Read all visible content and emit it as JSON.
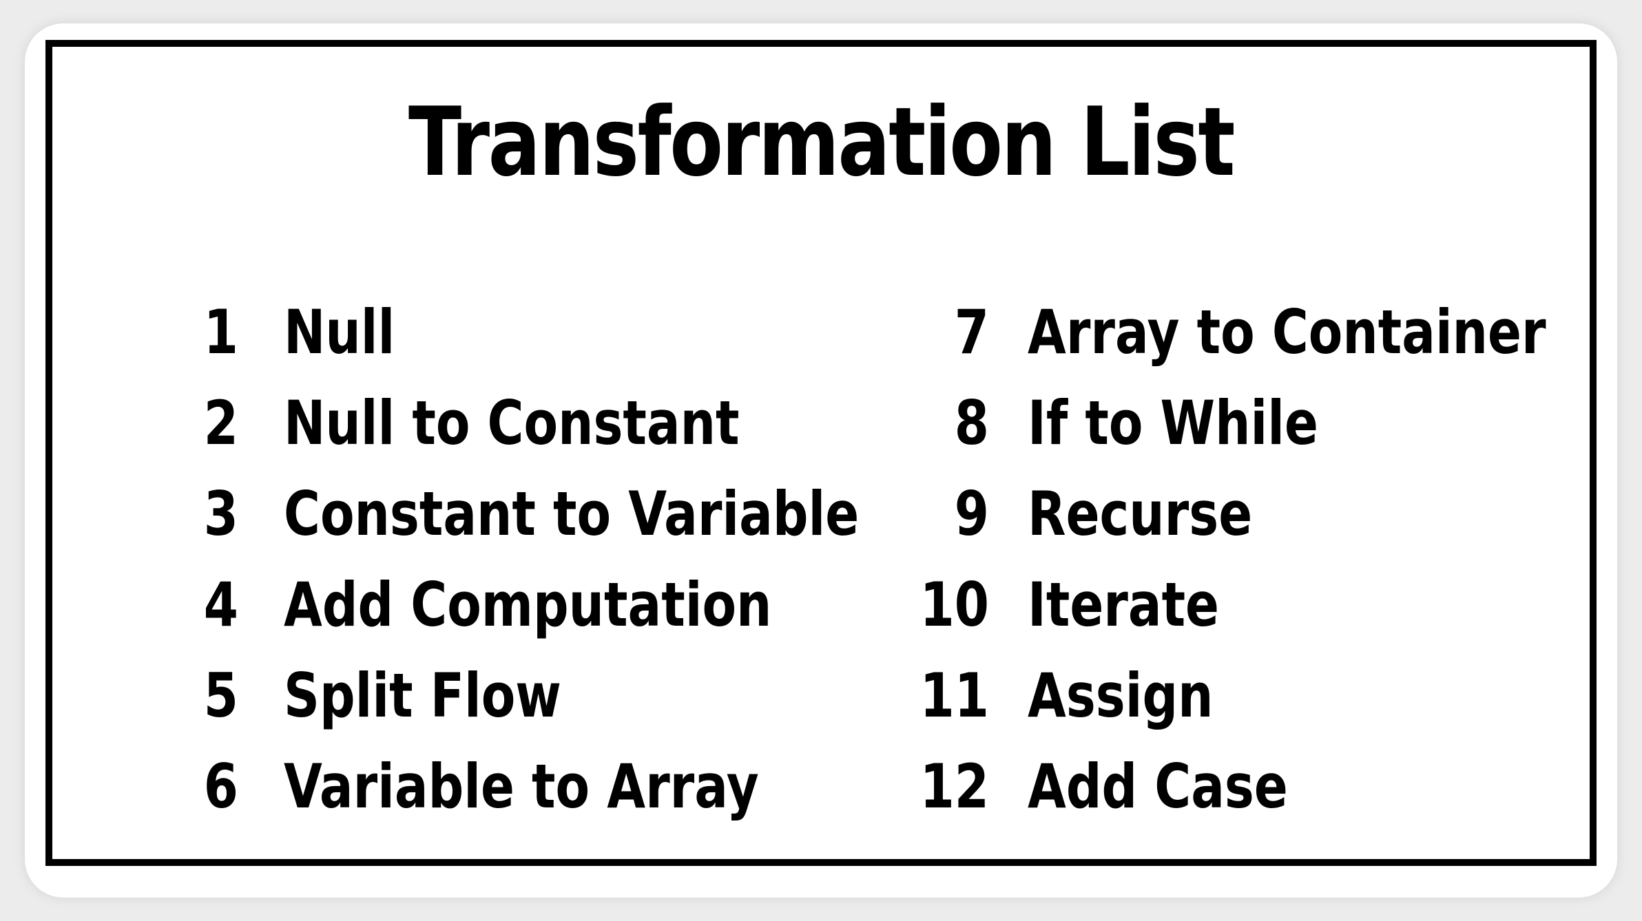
{
  "title": "Transformation List",
  "left_column": [
    {
      "number": "1",
      "label": "Null"
    },
    {
      "number": "2",
      "label": "Null to Constant"
    },
    {
      "number": "3",
      "label": "Constant to Variable"
    },
    {
      "number": "4",
      "label": "Add Computation"
    },
    {
      "number": "5",
      "label": "Split Flow"
    },
    {
      "number": "6",
      "label": "Variable to Array"
    }
  ],
  "right_column": [
    {
      "number": "7",
      "label": "Array to Container"
    },
    {
      "number": "8",
      "label": "If to While"
    },
    {
      "number": "9",
      "label": "Recurse"
    },
    {
      "number": "10",
      "label": "Iterate"
    },
    {
      "number": "11",
      "label": "Assign"
    },
    {
      "number": "12",
      "label": "Add Case"
    }
  ]
}
